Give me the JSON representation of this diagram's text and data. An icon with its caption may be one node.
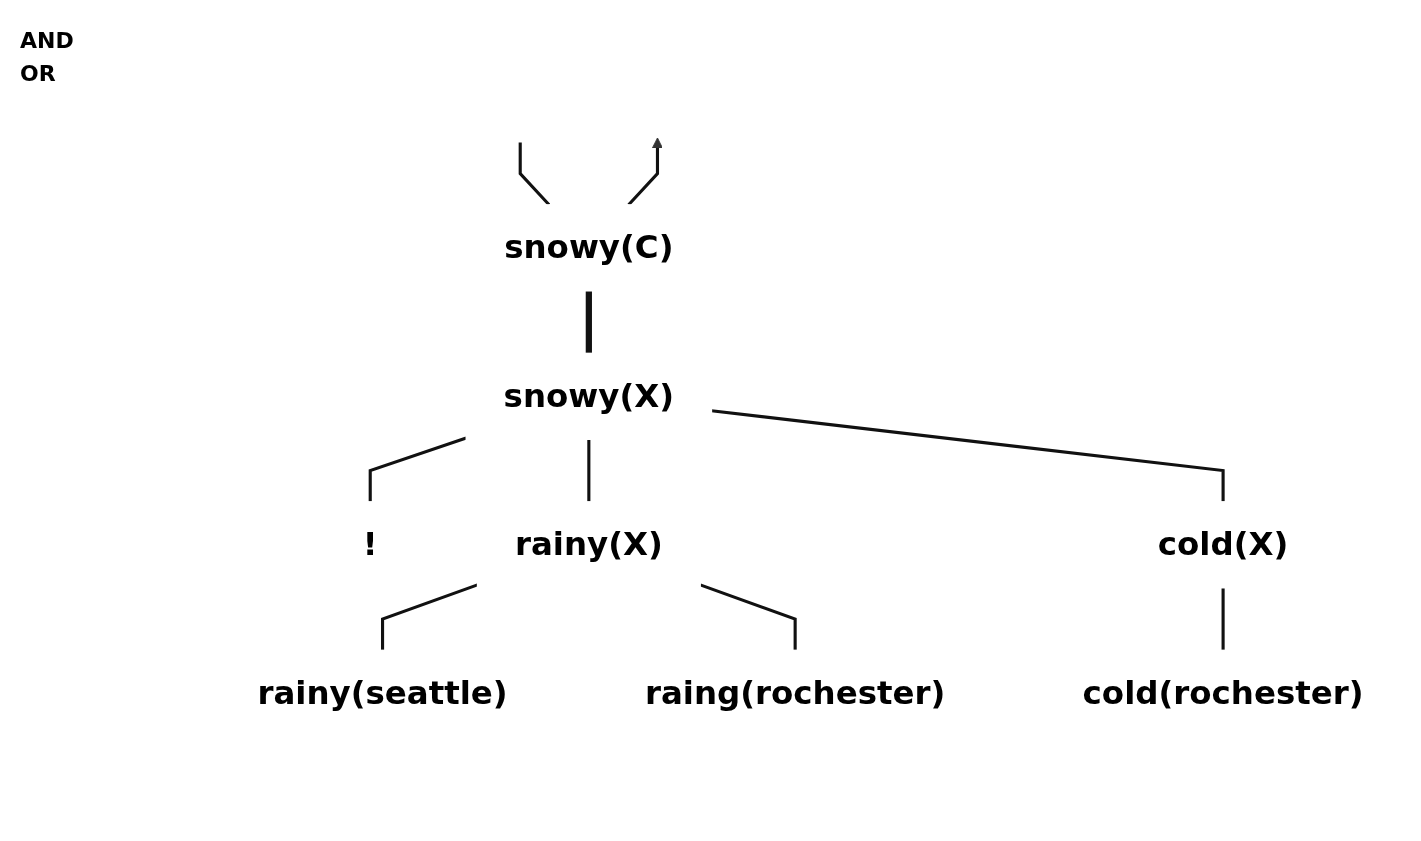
{
  "diagram": {
    "nodes": [
      {
        "text": [
          "snowy(C)"
        ]
      },
      {
        "text": [
          "snowy(X)"
        ]
      },
      {
        "text": [
          "!"
        ]
      },
      {
        "text": [
          "rainy(X)"
        ]
      },
      {
        "text": [
          "cold(X)"
        ]
      },
      {
        "text": [
          "rainy(seattle)"
        ]
      },
      {
        "text": [
          "raing(rochester)"
        ]
      },
      {
        "text": [
          "cold(rochester)"
        ]
      }
    ],
    "edges": [
      {
        "from": null,
        "to": 0,
        "arrow": "none"
      },
      {
        "from": 0,
        "to": null,
        "arrow": "to"
      },
      {
        "from": 0,
        "to": 1,
        "arrow": "none",
        "style": "thick"
      },
      {
        "from": 1,
        "to": 2,
        "arrow": "none"
      },
      {
        "from": 1,
        "to": 3,
        "arrow": "none"
      },
      {
        "from": 1,
        "to": 4,
        "arrow": "none"
      },
      {
        "from": 3,
        "to": 5,
        "arrow": "none"
      },
      {
        "from": 3,
        "to": 6,
        "arrow": "none"
      },
      {
        "from": 4,
        "to": 7,
        "arrow": "none"
      }
    ],
    "labels": [
      "AND",
      "OR"
    ]
  }
}
